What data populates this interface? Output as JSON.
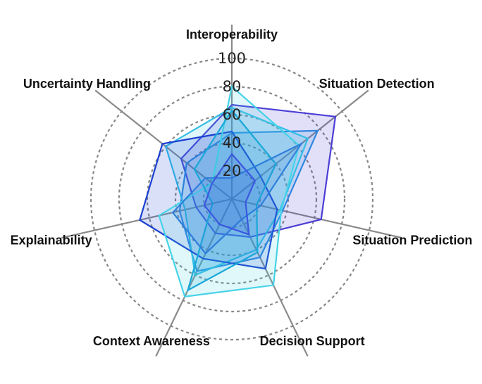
{
  "chart_data": {
    "type": "radar",
    "axes": [
      "Interoperability",
      "Situation Detection",
      "Situation Prediction",
      "Decision Support",
      "Context Awareness",
      "Explainability",
      "Uncertainty Handling"
    ],
    "rlim": [
      0,
      100
    ],
    "ticks": [
      20,
      40,
      60,
      80,
      100
    ],
    "grid": "dashed circles",
    "legend": "none",
    "series": [
      {
        "color": "#4b3fd6",
        "values": [
          67,
          94,
          65,
          30,
          27,
          26,
          46
        ]
      },
      {
        "color": "#2f86e0",
        "values": [
          47,
          78,
          37,
          46,
          57,
          38,
          41
        ]
      },
      {
        "color": "#33bfe6",
        "values": [
          65,
          69,
          35,
          40,
          60,
          34,
          60
        ]
      },
      {
        "color": "#1a3fd1",
        "values": [
          48,
          26,
          33,
          55,
          47,
          67,
          63
        ]
      },
      {
        "color": "#46d3e8",
        "values": [
          80,
          61,
          36,
          68,
          77,
          53,
          18
        ]
      },
      {
        "color": "#1aa8d8",
        "values": [
          63,
          40,
          18,
          42,
          72,
          14,
          34
        ]
      },
      {
        "color": "#2f7fdb",
        "values": [
          15,
          63,
          21,
          16,
          43,
          43,
          24
        ]
      },
      {
        "color": "#3b57de",
        "values": [
          32,
          21,
          10,
          28,
          20,
          20,
          18
        ]
      }
    ]
  }
}
